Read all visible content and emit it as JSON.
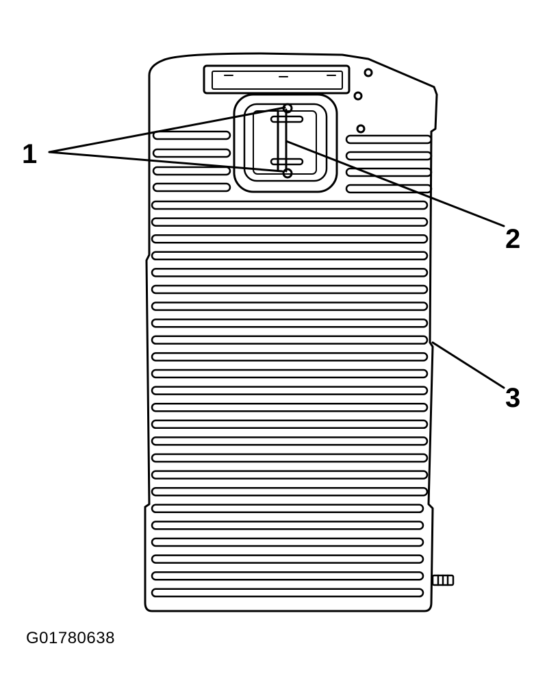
{
  "diagram": {
    "callouts": [
      {
        "number": "1",
        "points_to": "retaining-fasteners"
      },
      {
        "number": "2",
        "points_to": "bracket"
      },
      {
        "number": "3",
        "points_to": "panel"
      }
    ],
    "figure_id": "G01780638"
  },
  "colors": {
    "ink": "#000000",
    "paper": "#ffffff"
  }
}
